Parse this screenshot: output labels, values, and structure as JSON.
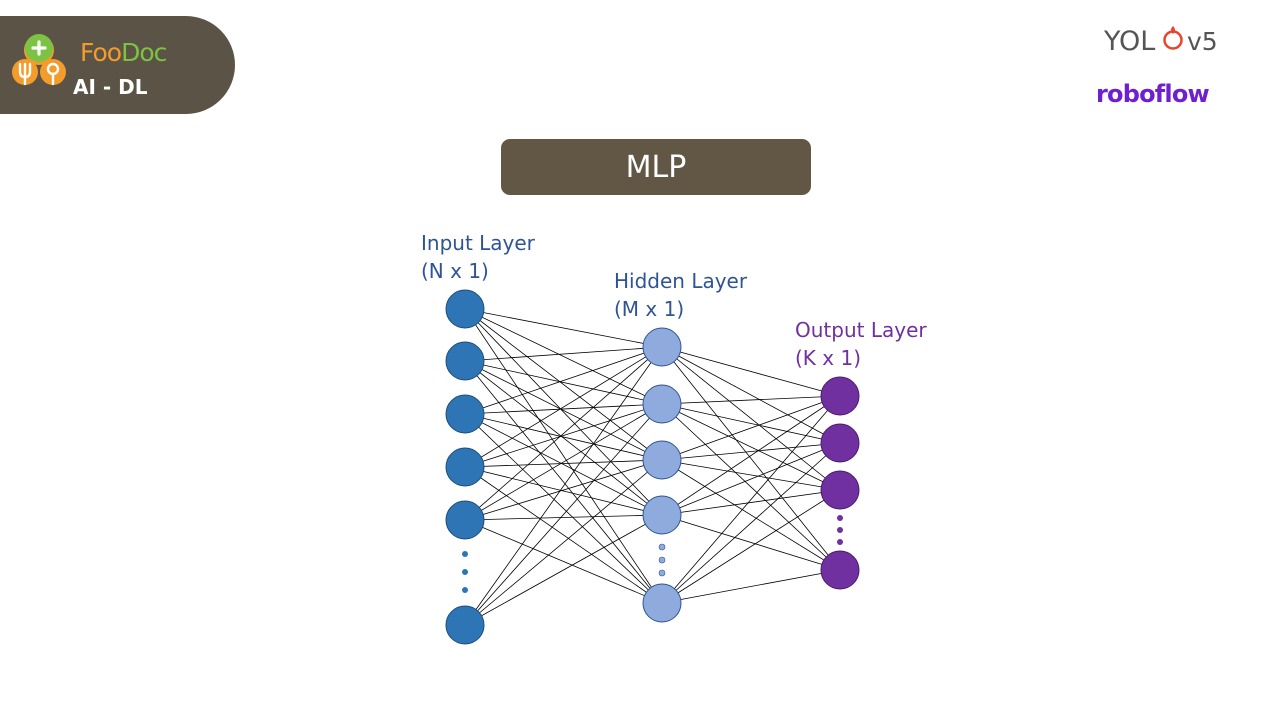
{
  "brand": {
    "name_part1": "Foo",
    "name_part2": "Doc",
    "subtitle": "AI - DL",
    "logo_icon": "foodoc-logo-icon",
    "colors": {
      "banner": "#5b5346",
      "orange": "#f39c2b",
      "green": "#7cc243"
    }
  },
  "yolo": {
    "text": "YOLOv5",
    "color": "#555555",
    "accent": "#e8452c"
  },
  "roboflow": {
    "text": "roboflow",
    "color": "#6f1fd1"
  },
  "title": "MLP",
  "diagram": {
    "layers": [
      {
        "name": "Input Layer",
        "size_label": "(N x 1)",
        "color": "#2e75b6",
        "label_color": "#2f5496",
        "visible_nodes": 6
      },
      {
        "name": "Hidden Layer",
        "size_label": "(M x 1)",
        "color": "#8faadc",
        "label_color": "#2f5496",
        "visible_nodes": 5
      },
      {
        "name": "Output Layer",
        "size_label": "(K x 1)",
        "color": "#7030a0",
        "label_color": "#7030a0",
        "visible_nodes": 4
      }
    ],
    "edge_color": "#000000",
    "fully_connected": true
  }
}
